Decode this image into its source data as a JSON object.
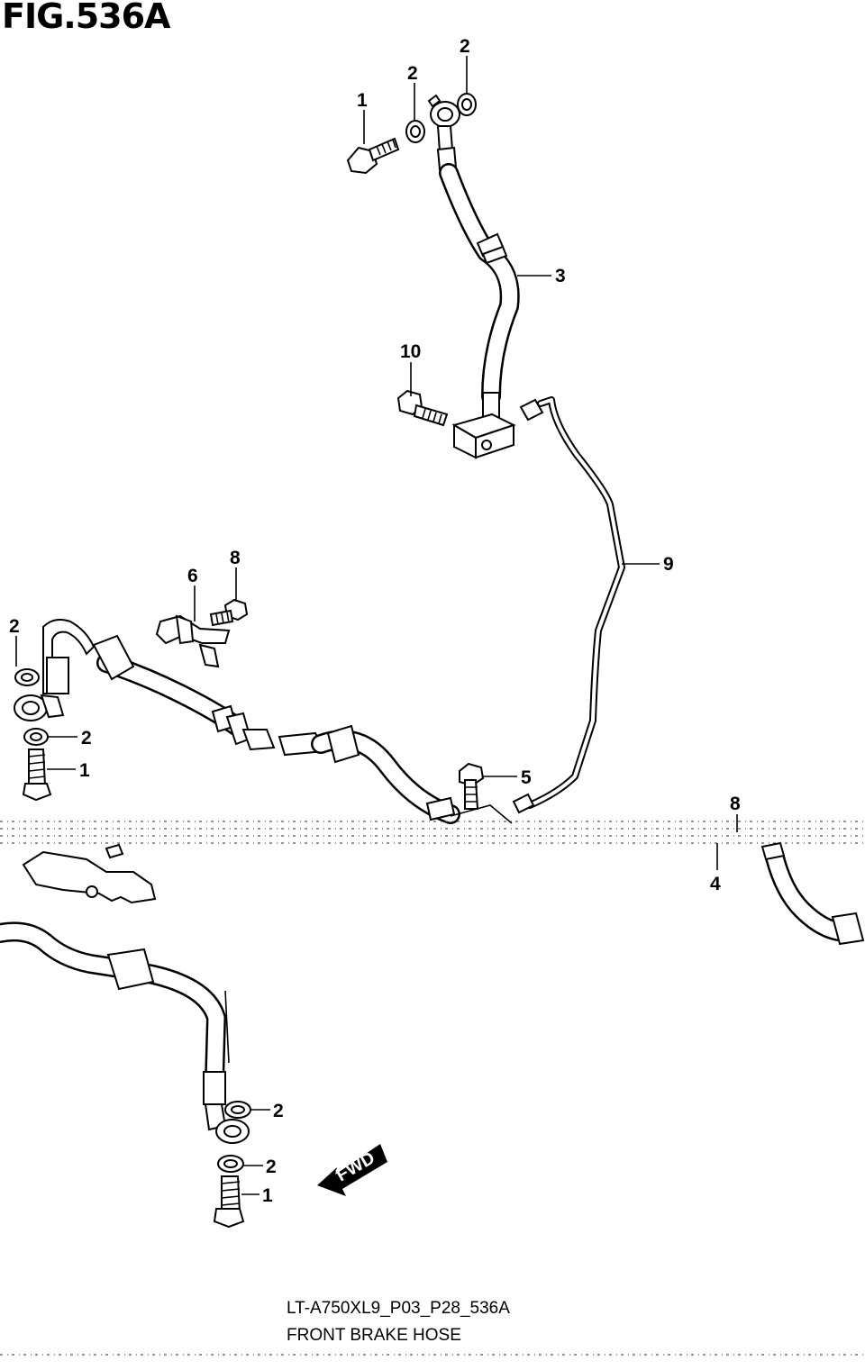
{
  "figure": {
    "title": "FIG.536A",
    "model_code": "LT-A750XL9_P03_P28_536A",
    "caption": "FRONT BRAKE HOSE",
    "fwd_label": "FWD"
  },
  "callouts": {
    "top_union_bolt": "1",
    "top_washer_a": "2",
    "top_washer_b": "2",
    "hose_3": "3",
    "bolt_10": "10",
    "pipe_9": "9",
    "bolt_8_left": "8",
    "clamp_6": "6",
    "left_washer_upper": "2",
    "left_washer_lower": "2",
    "left_union_bolt": "1",
    "bolt_5": "5",
    "bolt_8_right": "8",
    "hose_4": "4",
    "bottom_washer_upper": "2",
    "bottom_washer_lower": "2",
    "bottom_union_bolt": "1"
  }
}
